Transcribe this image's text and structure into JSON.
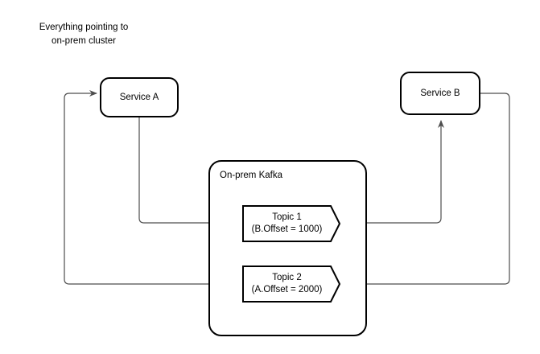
{
  "diagram": {
    "caption": "Everything pointing to\non-prem cluster",
    "nodes": {
      "service_a": {
        "label": "Service A"
      },
      "service_b": {
        "label": "Service B"
      },
      "kafka_cluster": {
        "label": "On-prem Kafka"
      },
      "topic1": {
        "name": "Topic 1",
        "detail": "(B.Offset = 1000)"
      },
      "topic2": {
        "name": "Topic 2",
        "detail": "(A.Offset = 2000)"
      }
    },
    "edges": [
      {
        "id": "a-to-topic1",
        "from": "service_a",
        "to": "topic1",
        "arrow": "to"
      },
      {
        "id": "topic1-to-b",
        "from": "topic1",
        "to": "service_b",
        "arrow": "to"
      },
      {
        "id": "b-to-topic2",
        "from": "service_b",
        "to": "topic2",
        "arrow": "to"
      },
      {
        "id": "topic2-to-a",
        "from": "topic2",
        "to": "service_a",
        "arrow": "to"
      }
    ],
    "colors": {
      "stroke": "#000000",
      "connector": "#4d4d4d",
      "fill": "#ffffff"
    }
  }
}
